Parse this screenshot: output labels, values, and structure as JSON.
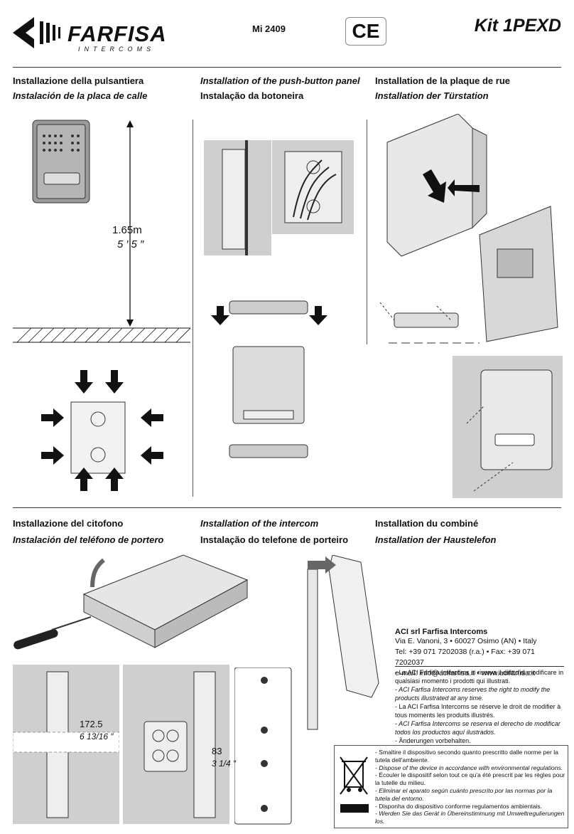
{
  "header": {
    "brand": "FARFISA",
    "brand_sub": "INTERCOMS",
    "model": "Mi 2409",
    "ce_mark": "CE",
    "kit": "Kit 1PEXD"
  },
  "section1": {
    "col1": [
      "Installazione della pulsantiera",
      "Instalación de la placa de calle"
    ],
    "col2": [
      "Installation of the push-button panel",
      "Instalação da botoneira"
    ],
    "col3": [
      "Installation de la plaque de rue",
      "Installation der Türstation"
    ],
    "height_m": "1.65m",
    "height_ft": "5 ′ 5 ″"
  },
  "section2": {
    "col1": [
      "Installazione del citofono",
      "Instalación del teléfono de portero"
    ],
    "col2": [
      "Installation of the intercom",
      "Instalação do telefone de porteiro"
    ],
    "col3": [
      "Installation du combiné",
      "Installation der Haustelefon"
    ],
    "dim1_mm": "172.5",
    "dim1_in": "6 13/16 ″",
    "dim2_mm": "83",
    "dim2_in": "3 1/4 ″"
  },
  "company": {
    "name": "ACI srl Farfisa Intercoms",
    "address": "Via E. Vanoni, 3 • 60027 Osimo (AN) • Italy",
    "phone": "Tel: +39 071 7202038 (r.a.) • Fax: +39 071 7202037",
    "email": "e-mail:  info@acifarfisa.it  •  www.acifarfisa.it"
  },
  "notes": [
    "- La ACI Farfisa Intercoms si riserva il diritto di modificare in qualsiasi momento i prodotti qui illustrati.",
    "- ACI Farfisa Intercoms reserves the right to modify the products illustrated at any time.",
    "- La ACI Farfisa Intercoms se réserve le droit de modifier à tous moments les produits illustrés.",
    "- ACI Farfisa Intercoms se reserva el derecho de modificar todos los productos aquí ilustrados.",
    "- Änderungen vorbehalten."
  ],
  "recycling": [
    "- Smaltire il dispositivo secondo quanto prescritto dalle norme per la tutela dell'ambiente.",
    "- Dispose of the device in accordance with environmental regulations.",
    "- Écouler le dispositif selon tout ce qu'a été prescrit par les règles pour la tutelle du milieu.",
    "- Eliminar el aparato según cuánto prescrito por las normas por la tutela del entorno.",
    "- Disponha do dispositivo conforme regulamentos ambientais.",
    "- Werden Sie das Gerät in Übereinstimmung mit Umweltregulierungen los."
  ],
  "colors": {
    "ink": "#111111",
    "panel_gray": "#cfcfcf",
    "device_gray": "#9a9a9a"
  }
}
